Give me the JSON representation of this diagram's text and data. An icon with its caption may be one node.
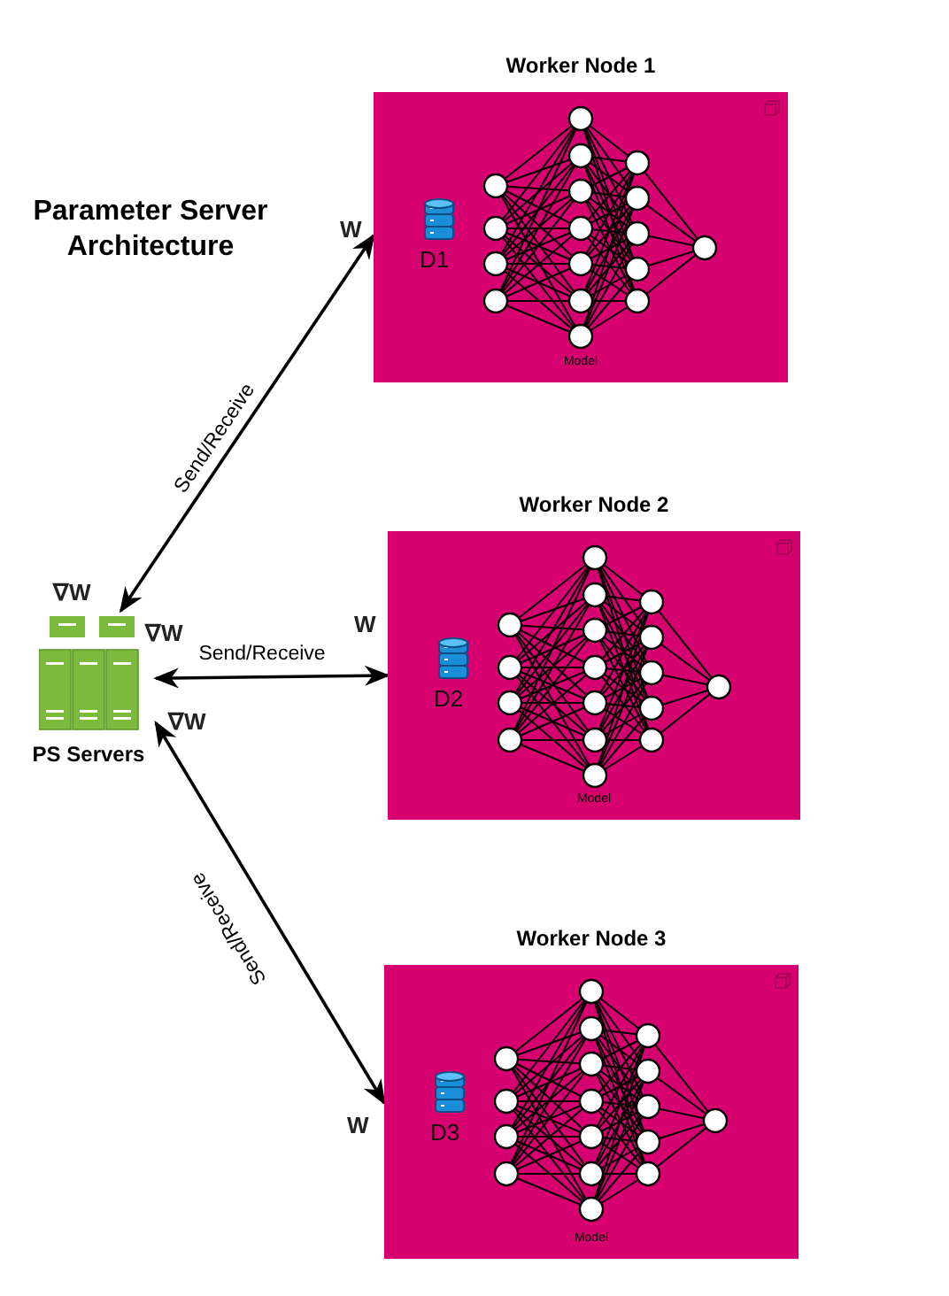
{
  "diagram": {
    "title": "Parameter Server Architecture",
    "nodes": [
      {
        "text": [
          "PS Servers"
        ]
      },
      {
        "text": [
          "Worker Node 1",
          "Model"
        ]
      },
      {
        "text": [
          "D1"
        ],
        "in": 1
      },
      {
        "text": [
          "Worker Node 2",
          "Model"
        ]
      },
      {
        "text": [
          "D2"
        ],
        "in": 3
      },
      {
        "text": [
          "Worker Node 3",
          "Model"
        ]
      },
      {
        "text": [
          "D3"
        ],
        "in": 5
      }
    ],
    "edges": [
      {
        "from": 1,
        "to": 0,
        "arrow": "both",
        "label": "Send/Receive"
      },
      {
        "from": 0,
        "to": 3,
        "arrow": "both",
        "label": "Send/Receive"
      },
      {
        "from": 0,
        "to": 5,
        "arrow": "both",
        "label": "Send/Receive"
      }
    ],
    "labels": [
      "W",
      "∇W",
      "W",
      "∇W",
      "∇W",
      "W"
    ]
  }
}
